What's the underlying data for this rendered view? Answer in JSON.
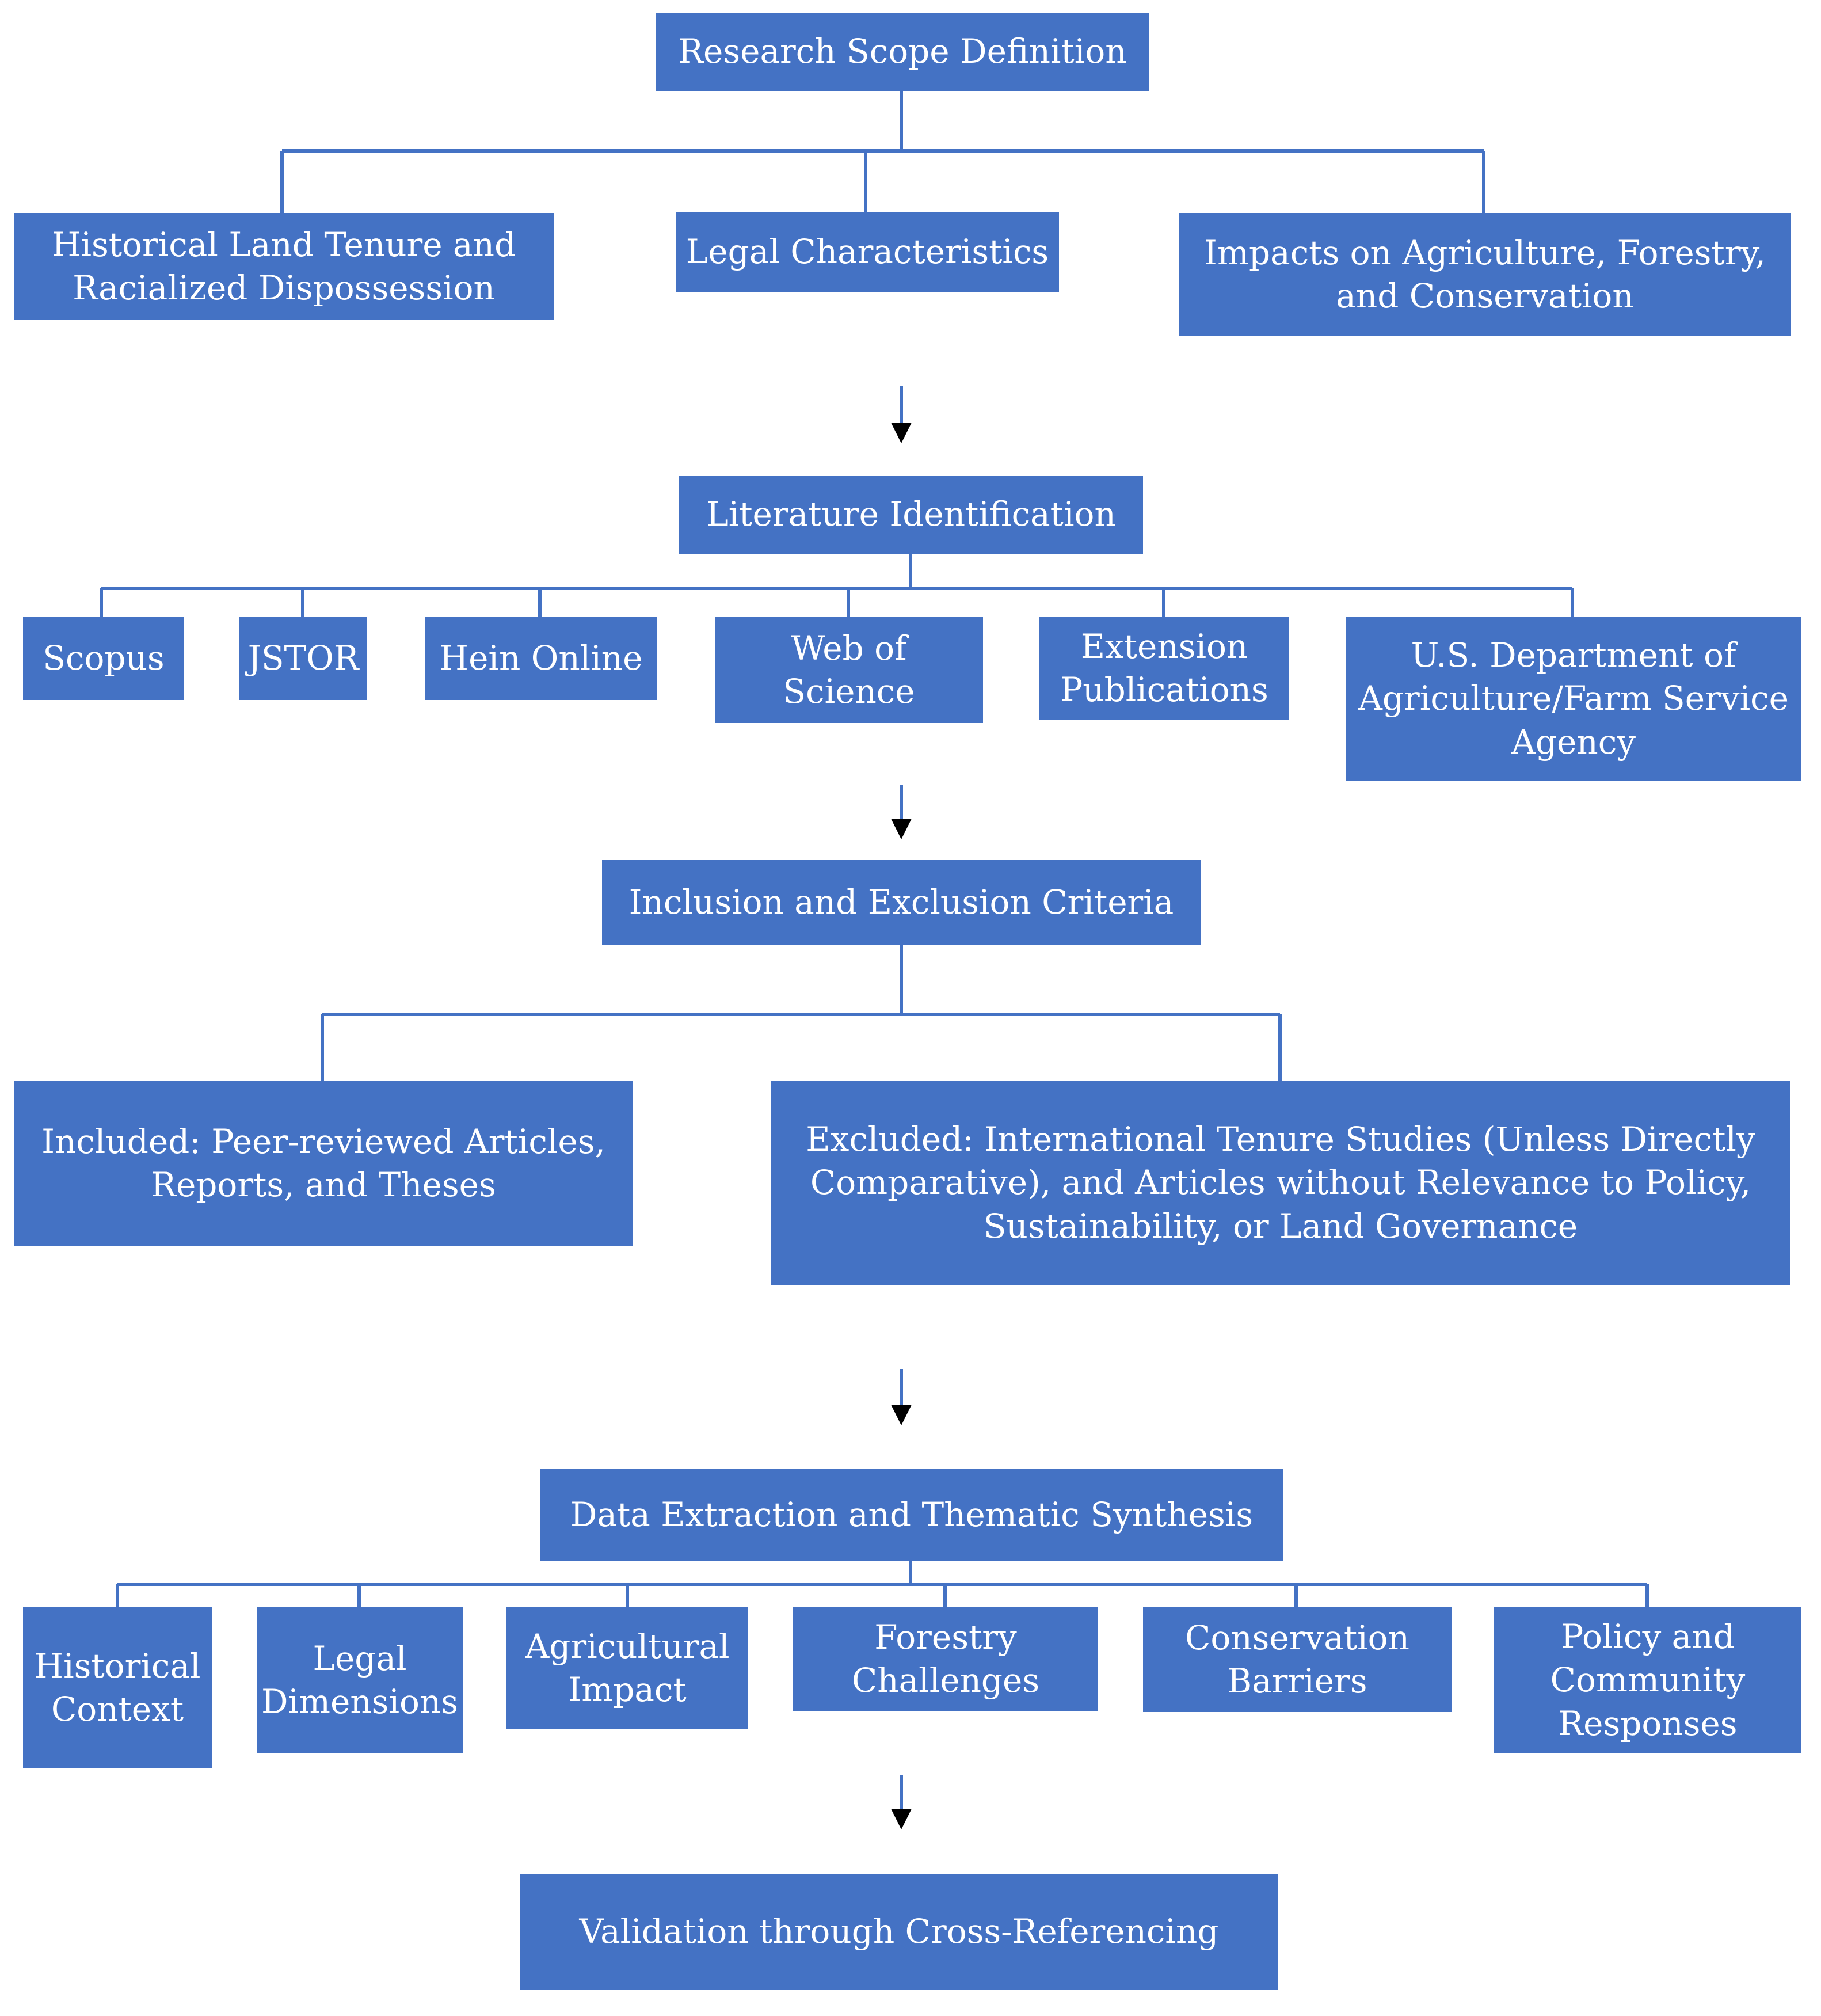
{
  "stages": {
    "scope": {
      "title": "Research Scope Definition",
      "children": [
        "Historical Land Tenure and Racialized Dispossession",
        "Legal Characteristics",
        "Impacts on Agriculture, Forestry, and Conservation"
      ]
    },
    "literature": {
      "title": "Literature Identification",
      "children": [
        "Scopus",
        "JSTOR",
        "Hein Online",
        "Web of Science",
        "Extension Publications",
        "U.S. Department of Agriculture/Farm Service Agency"
      ]
    },
    "criteria": {
      "title": "Inclusion and Exclusion Criteria",
      "children": [
        "Included: Peer-reviewed Articles, Reports, and Theses",
        "Excluded: International Tenure Studies (Unless Directly Comparative), and Articles without Relevance to Policy, Sustainability, or Land Governance"
      ]
    },
    "synthesis": {
      "title": "Data Extraction and Thematic Synthesis",
      "children": [
        "Historical Context",
        "Legal Dimensions",
        "Agricultural Impact",
        "Forestry Challenges",
        "Conservation Barriers",
        "Policy and Community Responses"
      ]
    },
    "validation": {
      "title": "Validation through Cross-Referencing"
    }
  },
  "colors": {
    "box_fill": "#4472C4",
    "box_text": "#FFFFFF",
    "connector": "#4472C4",
    "arrow": "#000000"
  }
}
